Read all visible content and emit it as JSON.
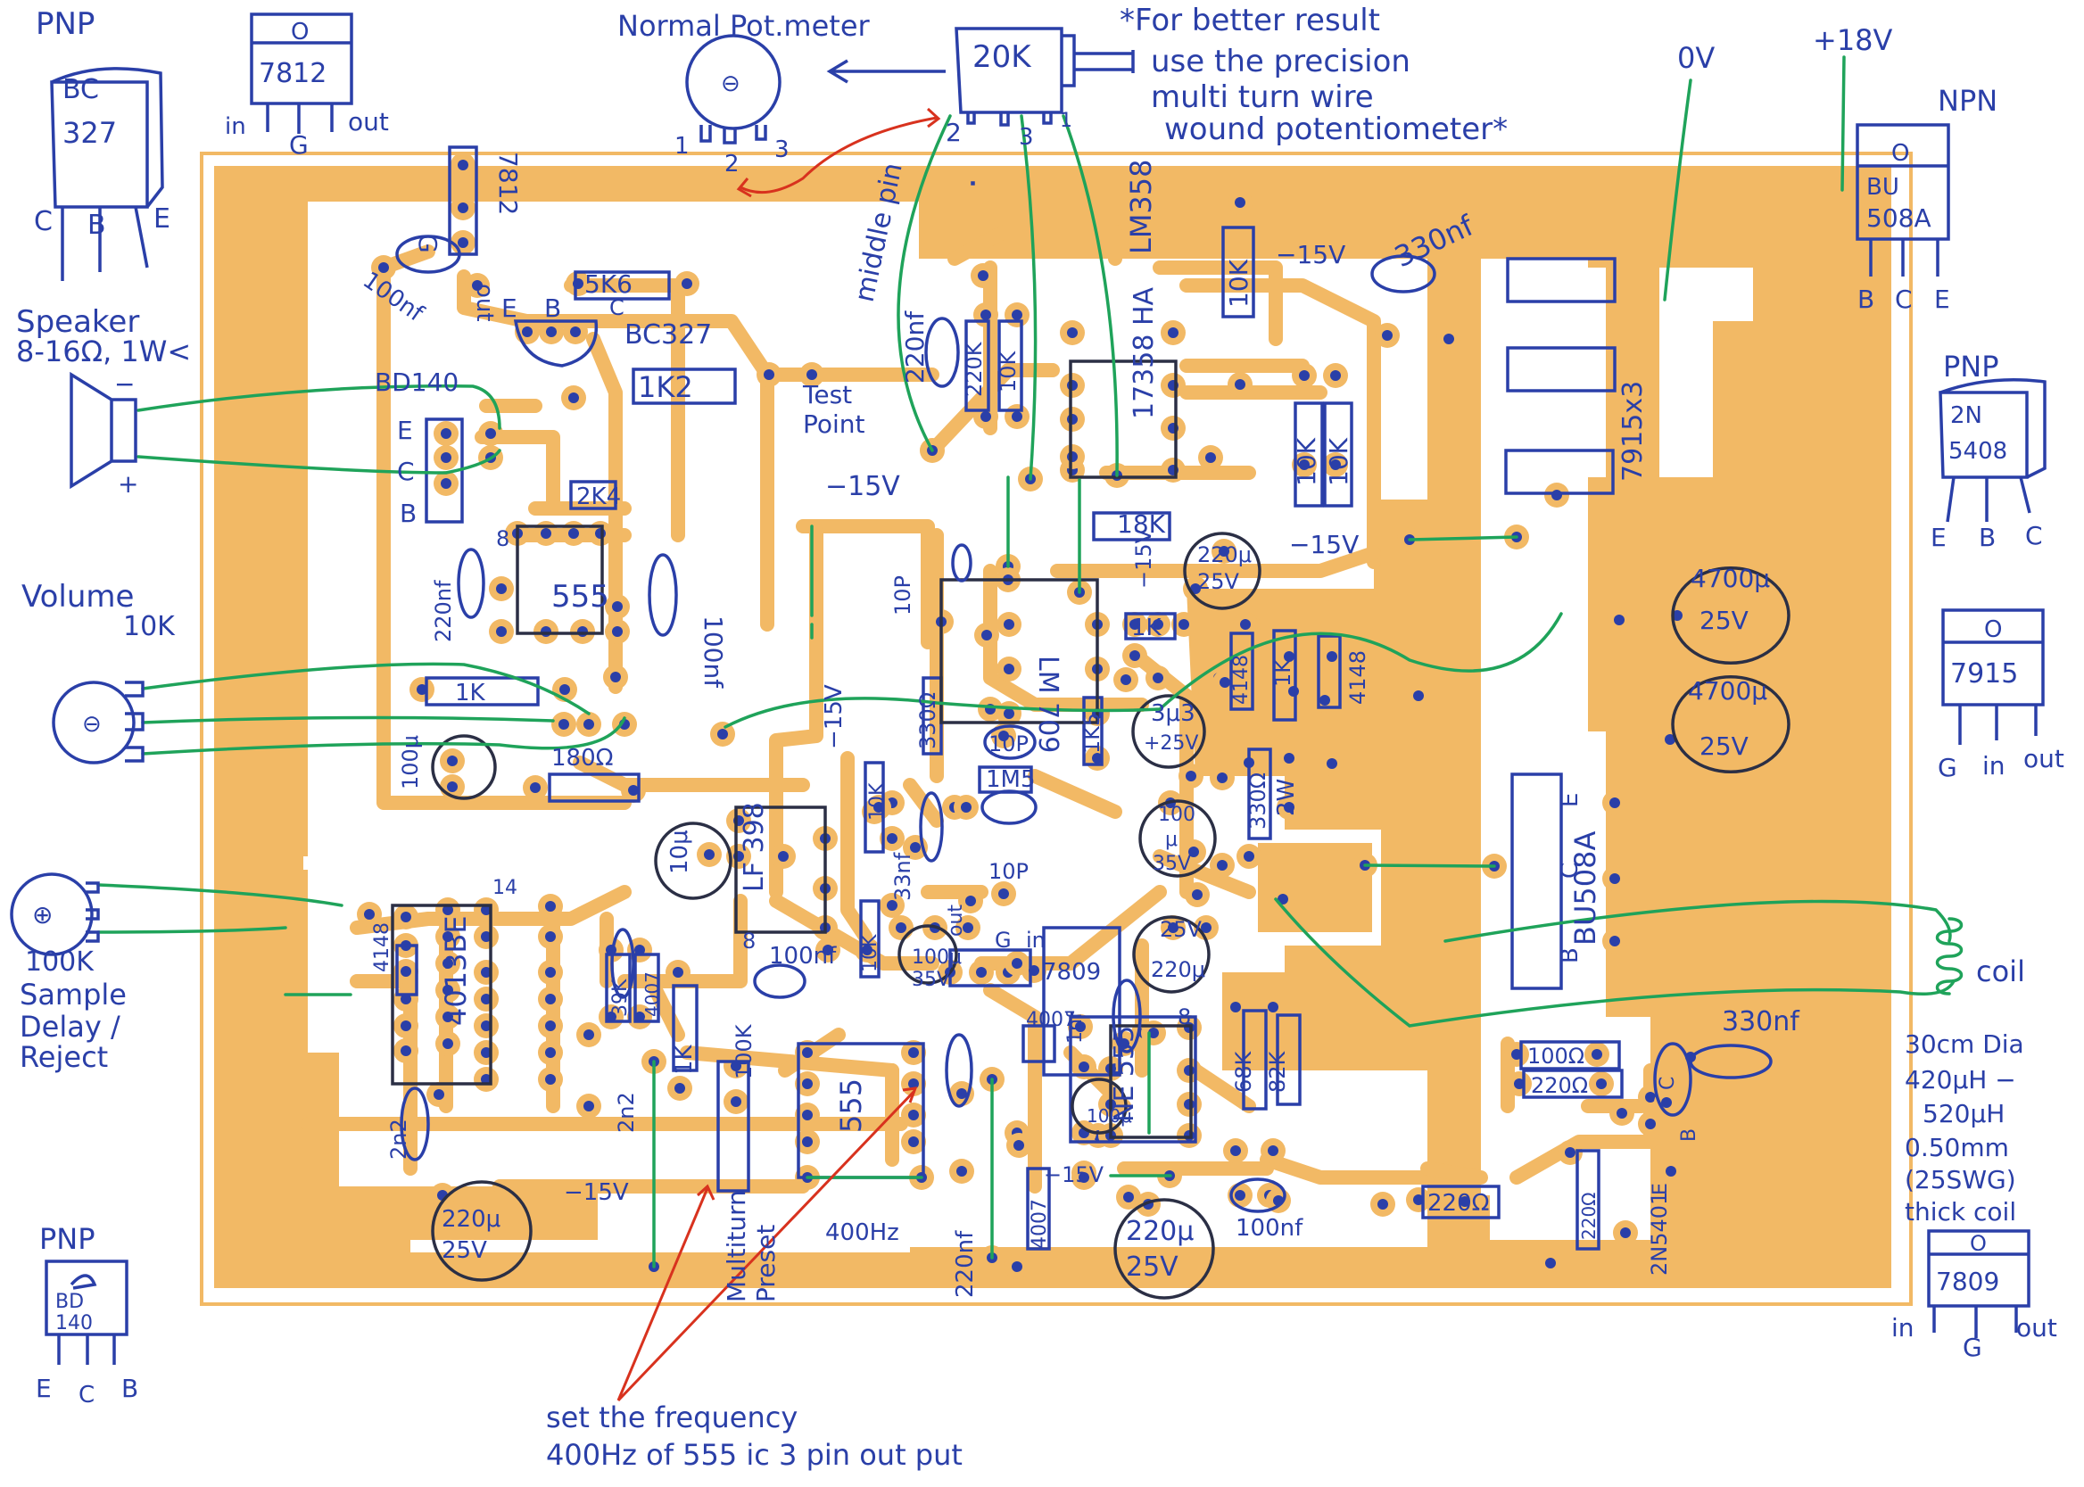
{
  "title": "Pulse induction metal detector PCB layout (hand drawn)",
  "colors": {
    "copper": "#f2b965",
    "ink": "#2a3fa8",
    "jumper_wire": "#1fa35a",
    "annotation_arrow": "#d8321e"
  },
  "pinouts": {
    "bc327": {
      "type": "PNP",
      "line1": "BC",
      "line2": "327",
      "pins": [
        "C",
        "B",
        "E"
      ]
    },
    "r7812": {
      "tab": "O",
      "name": "7812",
      "pins": [
        "in",
        "G",
        "out"
      ]
    },
    "bu508a": {
      "type": "NPN",
      "tab": "O",
      "line1": "BU",
      "line2": "508A",
      "pins": [
        "B",
        "C",
        "E"
      ]
    },
    "n5408": {
      "type": "PNP",
      "line1": "2N",
      "line2": "5408",
      "pins": [
        "E",
        "B",
        "C"
      ]
    },
    "r7915": {
      "tab": "O",
      "name": "7915",
      "pins": [
        "G",
        "in",
        "out"
      ]
    },
    "r7809": {
      "tab": "O",
      "name": "7809",
      "pins": [
        "in",
        "G",
        "out"
      ]
    },
    "bd140": {
      "type": "PNP",
      "line1": "BD",
      "line2": "140",
      "pins": [
        "E",
        "C",
        "B"
      ]
    }
  },
  "annotations": {
    "normal_pot": "Normal Pot.meter",
    "pot_20k": "20K",
    "pot_pins_left": [
      "1",
      "2",
      "3"
    ],
    "pot_pins_right": [
      "2",
      "3",
      "1"
    ],
    "precision_note": [
      "*For better result",
      "use the precision",
      "multi turn wire",
      "wound potentiometer*"
    ],
    "middle_pin": "middle pin",
    "zero_v": "0V",
    "plus_18v": "+18V",
    "speaker": [
      "Speaker",
      "8-16Ω, 1W<"
    ],
    "speaker_minus": "−",
    "speaker_plus": "+",
    "volume": [
      "Volume",
      "10K"
    ],
    "sample_delay": [
      "100K",
      "Sample",
      "Delay /",
      "Reject"
    ],
    "coil": "coil",
    "coil_spec": [
      "30cm Dia",
      "420μH −",
      "520μH",
      "0.50mm",
      "(25SWG)",
      "thick coil"
    ],
    "set_frequency": [
      "set the frequency",
      "400Hz of 555 ic 3 pin out put"
    ],
    "test_point": [
      "Test",
      "Point"
    ],
    "multiturn_preset": [
      "Multiturn",
      "Preset"
    ],
    "freq_400": "400Hz"
  },
  "components": {
    "reg7812": "7812",
    "reg7812_g": "G",
    "reg7812_out": "out",
    "reg7812_in": "in",
    "c100nf_top": "100nf",
    "r5k6": "5K6",
    "bc327_label": "BC327",
    "bc327_e": "E",
    "bc327_b": "B",
    "bc327_c": "C",
    "r1k2": "1K2",
    "bd140_label": "BD140",
    "bd140_e": "E",
    "bd140_c": "C",
    "bd140_b": "B",
    "r2k4": "2K4",
    "ic555_a": "555",
    "ic555_a_pin8": "8",
    "ic555_a_pin1": "1",
    "c220nf_a": "220nf",
    "c100nf_b": "100nf",
    "r1k_a": "1K",
    "c100u_a": "100μ",
    "r180": "180Ω",
    "c220nf_b": "220nf",
    "r220k": "220K",
    "r10k_a": "10K",
    "lm358": "LM358",
    "lm358_alt": "17358 HA",
    "lm358_pin8": "8",
    "lm358_pin1": "1",
    "r18k": "18K",
    "r10k_b": "10K",
    "r10k_c": "10K",
    "r10k_d": "10K",
    "n15v_a": "−15V",
    "c330nf_a": "330nf",
    "reg7915x3": "7915x3",
    "n15v_b": "−15V",
    "c220u_a": [
      "220μ",
      "25V"
    ],
    "n15v_c": "−15V",
    "n15v_d": "−15V",
    "n15v_e": "−15V",
    "n15v_f": "−15V",
    "n15v_g": "−15V",
    "c10p_a": "10P",
    "lm709": "LM 709",
    "r1k_b": "1K",
    "r330_a": "330Ω",
    "c10p_b": "10P",
    "r1k5": "1K5",
    "r1m5": "1M5",
    "c10p_c": "10P",
    "c3u3": [
      "3μ3",
      "+25V"
    ],
    "d4148_a": "4148",
    "r1k_c": "1K",
    "d4148_b": "4148",
    "r330_2w": [
      "330Ω",
      "2W"
    ],
    "c4700_a": [
      "4700μ",
      "25V"
    ],
    "c4700_b": [
      "4700μ",
      "25V"
    ],
    "c10u": "10μ",
    "lf398": "LF 398",
    "lf398_pin8": "8",
    "lf398_pin1": "1",
    "r10k_e": "10K",
    "c33nf": "33nf",
    "c100u_35_a": [
      "100",
      "μ",
      "35V"
    ],
    "c220u_25_b": [
      "25V",
      "220μ"
    ],
    "bu508a_label": "BU508A",
    "bu508a_e": "E",
    "bu508a_c": "C",
    "bu508a_b": "B",
    "c100nf_c": "100nf",
    "r10k_f": "10K",
    "c100u_35_b": [
      "100μ",
      "35V"
    ],
    "reg7809": "7809",
    "reg7809_out": "out",
    "reg7809_g": "G",
    "reg7809_in": "in",
    "d4148_c": "4148",
    "ic4013": "4013BE",
    "ic4013_pin1": "1",
    "ic4013_pin14": "14",
    "r39k": "39K",
    "d4007_a": "4007",
    "c2n2_a": "2n2",
    "c2n2_b": "2n2",
    "r1k_d": "1K",
    "r100k": "100K",
    "ic555_b": "555",
    "ic555_b_pin8": "8",
    "ic555_b_pin1": "1",
    "c220u_25_c": [
      "220μ",
      "25V"
    ],
    "c220nf_c": "220nf",
    "d4007_b": "4007",
    "d4007_c": "4007",
    "c1nf": "1nf",
    "c100u_b": "100μ",
    "ne555": "NE 555",
    "ne555_pin1": "1",
    "ne555_pin8": "8",
    "r68k": "68K",
    "r82k": "82K",
    "c100nf_d": "100nf",
    "c220u_25_d": [
      "220μ",
      "25V"
    ],
    "r220_a": "220Ω",
    "r100_b": "100Ω",
    "r220_c": "220Ω",
    "c330nf_b": "330nf",
    "r220_d": "220Ω",
    "n5401": "2N5401",
    "n5401_c": "C",
    "n5401_b": "B",
    "n5401_e": "E"
  }
}
